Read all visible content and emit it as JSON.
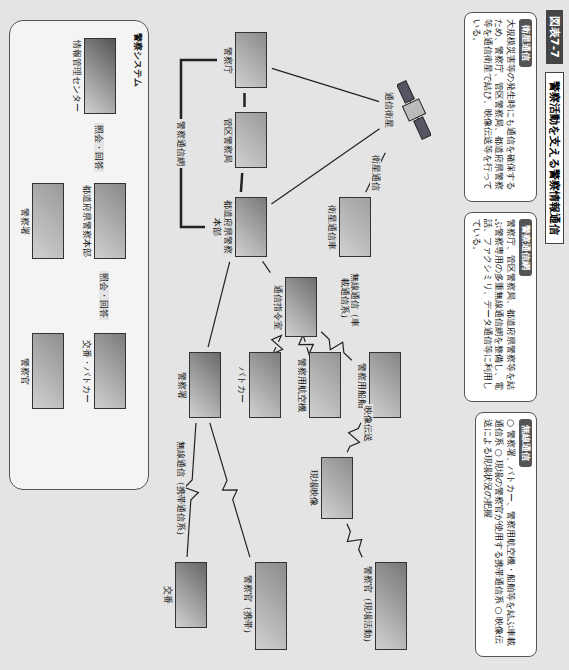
{
  "diagram": {
    "title": "警察活動を支える警察情報通信",
    "nodes": [
      {
        "text": [
          "衛星通信",
          "大規模災害等の発生時にも通信を確保するため、警察庁、管区警察局、都道府県警察等を通信衛星で結び、映像伝送等を行っている。"
        ]
      },
      {
        "text": [
          "警察通信網",
          "警察庁、管区警察局、都道府県警察等を結ぶ警察専用の多重無線通信網を整備し、電話、ファクシミリ、データ通信等に利用している。"
        ]
      },
      {
        "text": [
          "無線通信",
          "○ 警察署、パトカー、警察用航空機・船舶等を結ぶ車載通信系 ○ 現場の警察官が使用する携帯通信系 ○ 映像伝送による現場状況の把握"
        ]
      },
      {
        "text": [
          "通信衛星"
        ]
      },
      {
        "text": [
          "警察庁"
        ]
      },
      {
        "text": [
          "管区警察局"
        ]
      },
      {
        "text": [
          "都道府県警察本部"
        ]
      },
      {
        "text": [
          "衛星通信車"
        ]
      },
      {
        "text": [
          "通信指令室"
        ]
      },
      {
        "text": [
          "警察用船舶"
        ]
      },
      {
        "text": [
          "警察用航空機"
        ]
      },
      {
        "text": [
          "パトカー"
        ]
      },
      {
        "text": [
          "警察署"
        ]
      },
      {
        "text": [
          "現場映像"
        ]
      },
      {
        "text": [
          "警察官（現場活動）"
        ]
      },
      {
        "text": [
          "警察官（携帯）"
        ]
      },
      {
        "text": [
          "交番"
        ]
      },
      {
        "text": [
          "警察システム"
        ]
      },
      {
        "text": [
          "情報管理センター"
        ],
        "in": 17
      },
      {
        "text": [
          "都道府県警察本部"
        ],
        "in": 17
      },
      {
        "text": [
          "警察署"
        ],
        "in": 17
      },
      {
        "text": [
          "交番・パトカー"
        ],
        "in": 17
      },
      {
        "text": [
          "警察官"
        ],
        "in": 17
      }
    ],
    "edges": [
      {
        "from": 3,
        "to": 4,
        "arrow": "none"
      },
      {
        "from": 3,
        "to": 6,
        "arrow": "none"
      },
      {
        "from": 3,
        "to": 7,
        "label": "衛星通信",
        "arrow": "none"
      },
      {
        "from": 4,
        "to": 5,
        "arrow": "none"
      },
      {
        "from": 5,
        "to": 6,
        "arrow": "none"
      },
      {
        "from": 6,
        "to": 4,
        "label": "警察通信網",
        "arrow": "none"
      },
      {
        "from": 6,
        "to": 8,
        "arrow": "none"
      },
      {
        "from": 8,
        "to": 9,
        "label": "無線通信（車載通信系）",
        "arrow": "none"
      },
      {
        "from": 8,
        "to": 10,
        "arrow": "none"
      },
      {
        "from": 8,
        "to": 11,
        "arrow": "none"
      },
      {
        "from": 6,
        "to": 12,
        "arrow": "none"
      },
      {
        "from": 12,
        "to": 16,
        "label": "無線通信（携帯通信系）",
        "arrow": "none"
      },
      {
        "from": 12,
        "to": 15,
        "arrow": "none"
      },
      {
        "from": 9,
        "to": 13,
        "label": "映像伝送",
        "arrow": "none"
      },
      {
        "from": 13,
        "to": 14,
        "arrow": "none"
      },
      {
        "from": 18,
        "to": 19,
        "label": "照会・回答",
        "arrow": "both"
      },
      {
        "from": 19,
        "to": 21,
        "label": "照会・回答",
        "arrow": "both"
      },
      {
        "from": 19,
        "to": 20,
        "arrow": "to"
      },
      {
        "from": 21,
        "to": 22,
        "arrow": "to"
      }
    ],
    "labels": [
      "図表7-7"
    ]
  }
}
